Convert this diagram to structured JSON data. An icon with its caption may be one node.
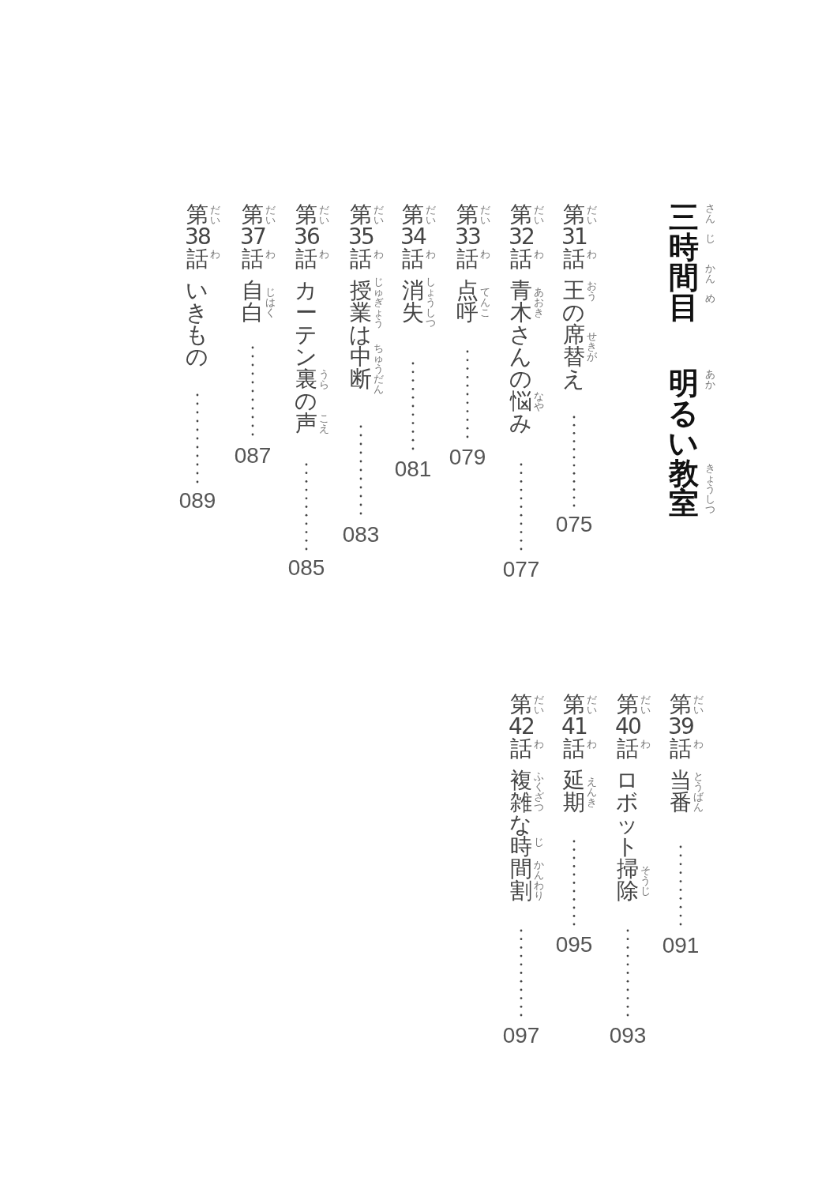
{
  "diagram": {
    "title": "三時間目",
    "labels": [
      "さん",
      "じ",
      "かん",
      "め",
      "明るい教室",
      "あか",
      "きょうしつ",
      "第31話",
      "だい",
      "わ",
      "王の席替え",
      "おう",
      "せきが",
      "075",
      "第32話",
      "だい",
      "わ",
      "青木さんの悩み",
      "あおき",
      "なや",
      "077",
      "第33話",
      "だい",
      "わ",
      "点呼",
      "てんこ",
      "079",
      "第34話",
      "だい",
      "わ",
      "消失",
      "しょうしつ",
      "081",
      "第35話",
      "だい",
      "わ",
      "授業は中断",
      "じゅぎょう",
      "ちゅうだん",
      "083",
      "第36話",
      "だい",
      "わ",
      "カーテン裏の声",
      "うら",
      "こえ",
      "085",
      "第37話",
      "だい",
      "わ",
      "自白",
      "じはく",
      "087",
      "第38話",
      "だい",
      "わ",
      "いきもの",
      "089",
      "第39話",
      "だい",
      "わ",
      "当番",
      "とうばん",
      "091",
      "第40話",
      "だい",
      "わ",
      "ロボット掃除",
      "そうじ",
      "093",
      "第41話",
      "だい",
      "わ",
      "延期",
      "えんき",
      "095",
      "第42話",
      "だい",
      "わ",
      "複雑な時間割",
      "ふくざつ",
      "じ",
      "かんわり",
      "097"
    ]
  }
}
